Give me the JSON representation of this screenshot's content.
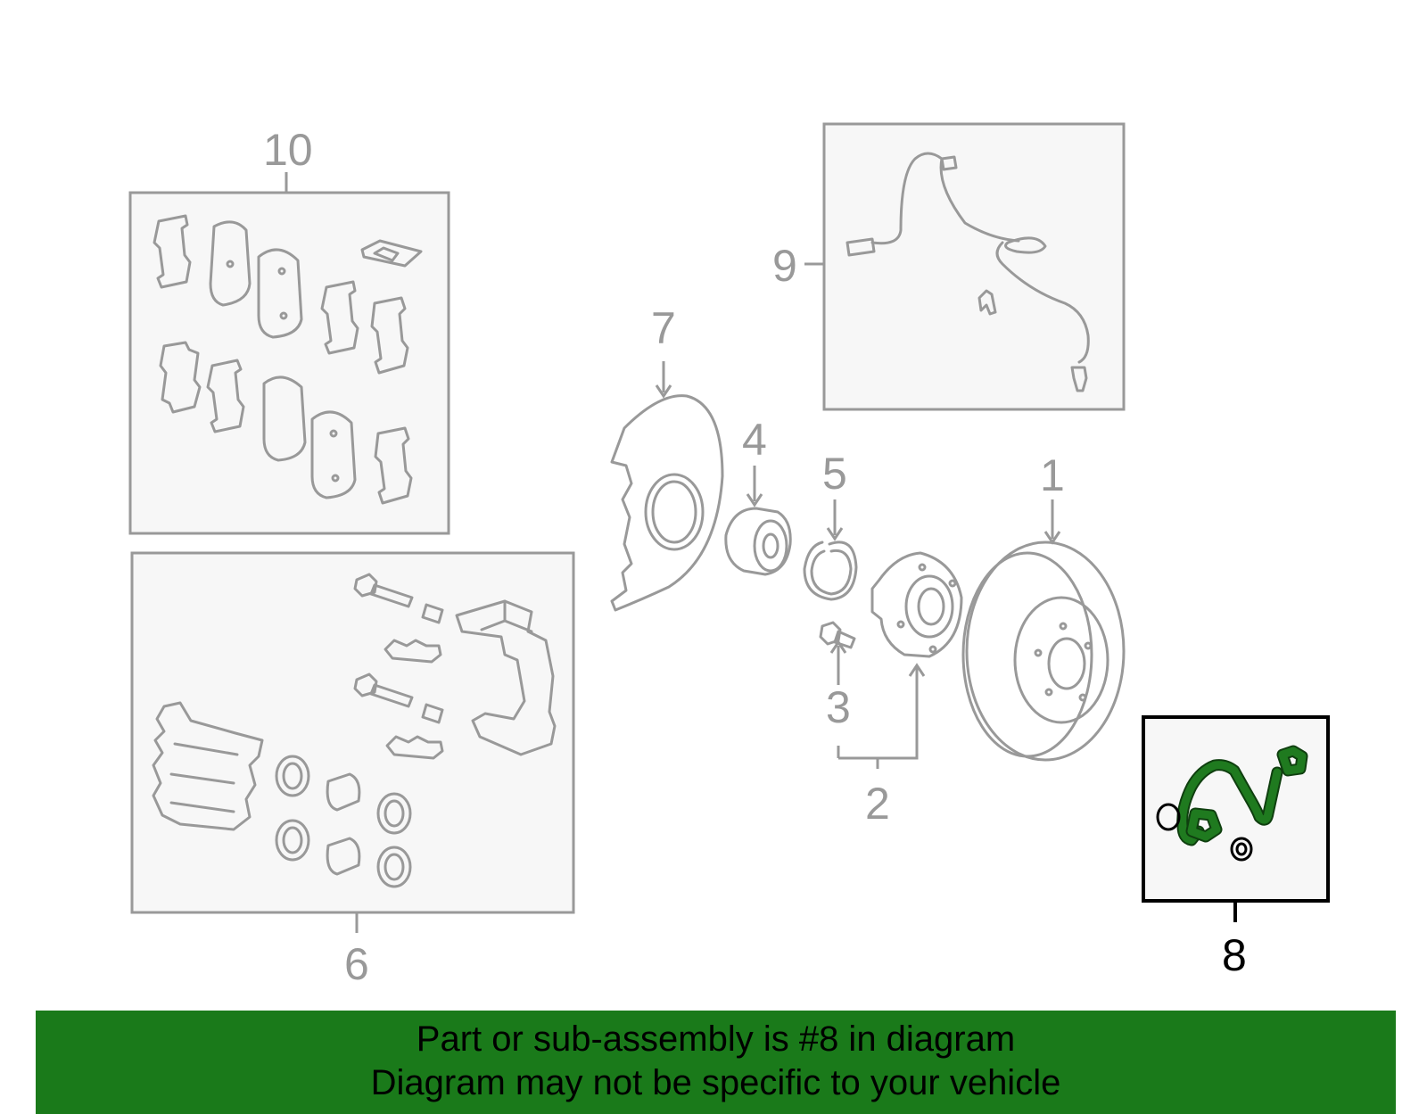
{
  "callouts": {
    "c1": "1",
    "c2": "2",
    "c3": "3",
    "c4": "4",
    "c5": "5",
    "c6": "6",
    "c7": "7",
    "c8": "8",
    "c9": "9",
    "c10": "10"
  },
  "highlight_part": "8",
  "colors": {
    "highlight_green": "#1f7a1f",
    "banner_green": "#1a7a1a",
    "part_gray": "#999999"
  },
  "banner": {
    "line1": "Part or sub-assembly is #8 in diagram",
    "line2": "Diagram may not be specific to your vehicle"
  }
}
